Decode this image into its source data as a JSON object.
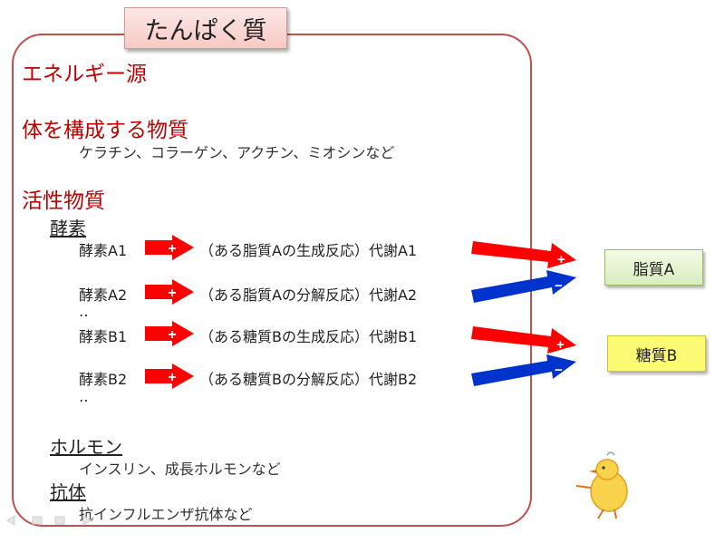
{
  "title": "たんぱく質",
  "sections": {
    "energy": "エネルギー源",
    "structure": "体を構成する物質",
    "structure_examples": "ケラチン、コラーゲン、アクチン、ミオシンなど",
    "active": "活性物質",
    "enzyme": "酵素",
    "hormone": "ホルモン",
    "hormone_examples": "インスリン、成長ホルモンなど",
    "antibody": "抗体",
    "antibody_examples": "抗インフルエンザ抗体など"
  },
  "enzymes": [
    {
      "name": "酵素A1",
      "reaction": "（ある脂質Aの生成反応）代謝A1"
    },
    {
      "name": "酵素A2",
      "reaction": "（ある脂質Aの分解反応）代謝A2"
    },
    {
      "name": "酵素B1",
      "reaction": "（ある糖質Bの生成反応）代謝B1"
    },
    {
      "name": "酵素B2",
      "reaction": "（ある糖質Bの分解反応）代謝B2"
    }
  ],
  "ellipsis": "‥",
  "targets": {
    "lipid": "脂質A",
    "sugar": "糖質B"
  },
  "signs": {
    "plus": "+",
    "minus": "−"
  },
  "colors": {
    "accent_red": "#c00000",
    "arrow_red": "#ff0000",
    "arrow_blue": "#0033cc",
    "frame": "#c0504d"
  }
}
